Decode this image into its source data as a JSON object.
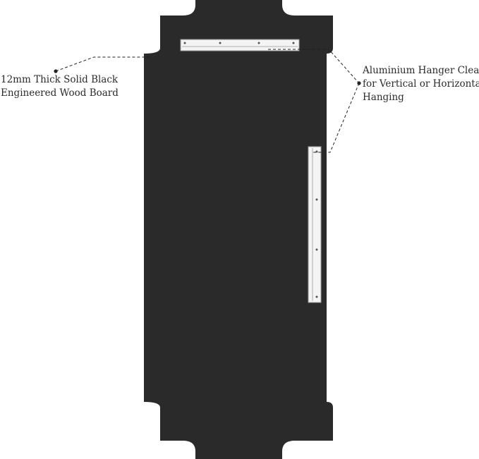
{
  "colors": {
    "board": "#2a2a2a",
    "cleat_fill": "#f4f4f4",
    "cleat_stroke": "#9a9a9a",
    "screw": "#555555",
    "leader": "#222222",
    "text": "#2b2b2b",
    "background": "#ffffff"
  },
  "callouts": {
    "board": {
      "line1": "12mm Thick Solid Black",
      "line2": "Engineered Wood Board"
    },
    "cleat": {
      "line1": "Aluminium Hanger Cleat",
      "line2": "for Vertical or Horizontal",
      "line3": "Hanging"
    }
  }
}
